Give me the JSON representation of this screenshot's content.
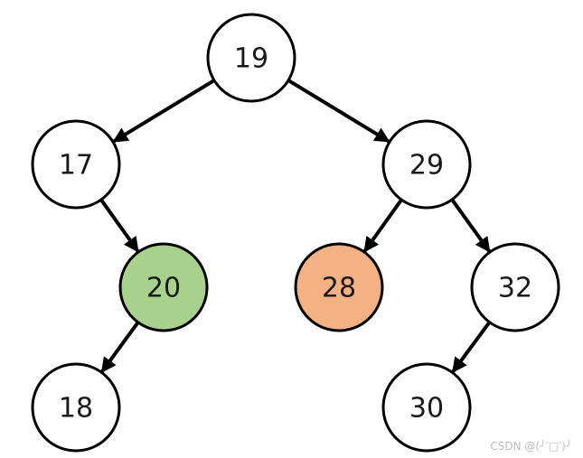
{
  "tree": {
    "nodes": [
      {
        "id": "n19",
        "label": "19",
        "fill": "#ffffff"
      },
      {
        "id": "n17",
        "label": "17",
        "fill": "#ffffff"
      },
      {
        "id": "n29",
        "label": "29",
        "fill": "#ffffff"
      },
      {
        "id": "n20",
        "label": "20",
        "fill": "#a9d18e"
      },
      {
        "id": "n28",
        "label": "28",
        "fill": "#f4b183"
      },
      {
        "id": "n32",
        "label": "32",
        "fill": "#ffffff"
      },
      {
        "id": "n18",
        "label": "18",
        "fill": "#ffffff"
      },
      {
        "id": "n30",
        "label": "30",
        "fill": "#ffffff"
      }
    ],
    "edges": [
      {
        "from": "n19",
        "to": "n17"
      },
      {
        "from": "n19",
        "to": "n29"
      },
      {
        "from": "n17",
        "to": "n20"
      },
      {
        "from": "n29",
        "to": "n28"
      },
      {
        "from": "n29",
        "to": "n32"
      },
      {
        "from": "n20",
        "to": "n18"
      },
      {
        "from": "n32",
        "to": "n30"
      }
    ],
    "stroke_color": "#000000"
  },
  "watermark": "CSDN @(╯‵□′)╯"
}
